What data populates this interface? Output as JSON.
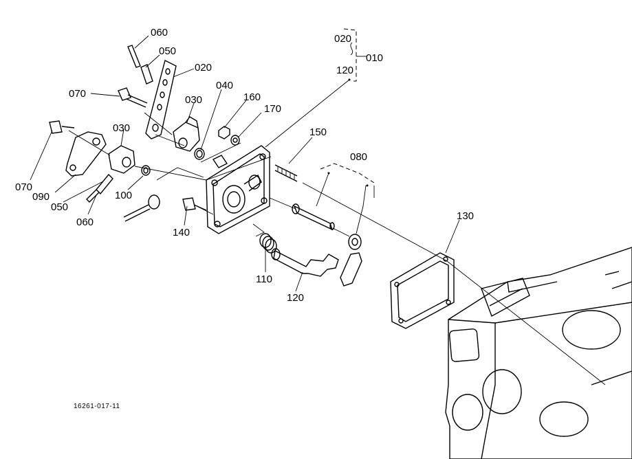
{
  "figure_code": "16261-017-11",
  "colors": {
    "ink": "#000000",
    "paper": "#ffffff"
  },
  "labels": {
    "p010": "010",
    "p020_top": "020",
    "p120_top": "120",
    "p060_top": "060",
    "p050_top": "050",
    "p020": "020",
    "p070_top": "070",
    "p030_upper": "030",
    "p040": "040",
    "p160": "160",
    "p170": "170",
    "p030_left": "030",
    "p070_left": "070",
    "p090": "090",
    "p050_left": "050",
    "p060_left": "060",
    "p100": "100",
    "p140": "140",
    "p150": "150",
    "p080": "080",
    "p110": "110",
    "p120": "120",
    "p130": "130"
  }
}
